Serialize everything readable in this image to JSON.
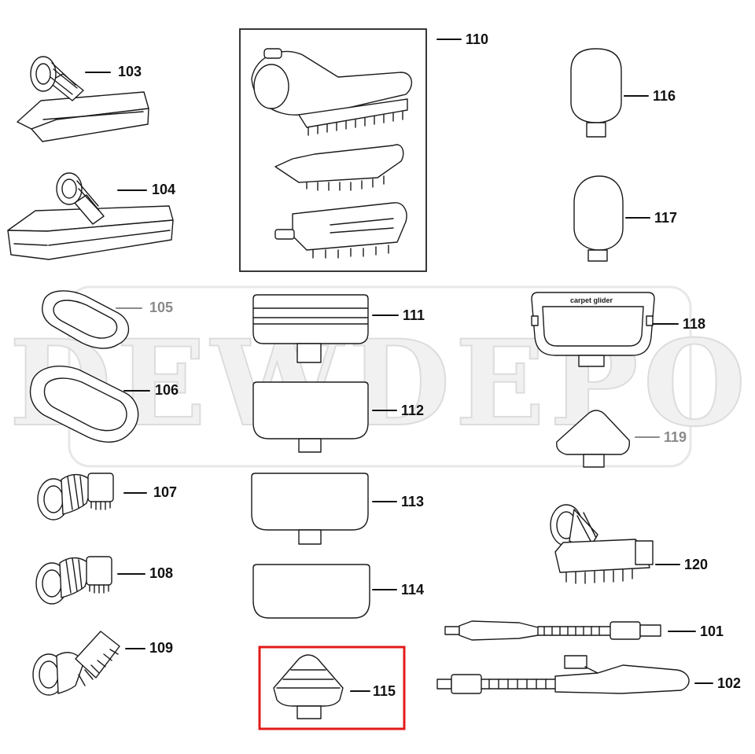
{
  "diagram": {
    "watermark_text": "DEWDEPO",
    "highlight_color": "#e31b1b",
    "parts": [
      {
        "id": "101",
        "name": "long-hose-tool"
      },
      {
        "id": "102",
        "name": "hose-with-handle"
      },
      {
        "id": "103",
        "name": "upholstery-tool-small"
      },
      {
        "id": "104",
        "name": "upholstery-tool-wide"
      },
      {
        "id": "105",
        "name": "pad-small"
      },
      {
        "id": "106",
        "name": "pad-large"
      },
      {
        "id": "107",
        "name": "round-brush-a"
      },
      {
        "id": "108",
        "name": "round-brush-b"
      },
      {
        "id": "109",
        "name": "crevice-brush"
      },
      {
        "id": "110",
        "name": "brush-tool-assembly"
      },
      {
        "id": "111",
        "name": "pad-head-ribbed"
      },
      {
        "id": "112",
        "name": "pad-head-a"
      },
      {
        "id": "113",
        "name": "pad-head-b"
      },
      {
        "id": "114",
        "name": "pad-head-c"
      },
      {
        "id": "115",
        "name": "triangle-nozzle-highlighted"
      },
      {
        "id": "116",
        "name": "bulb-nozzle"
      },
      {
        "id": "117",
        "name": "bulb-nozzle-cover"
      },
      {
        "id": "118",
        "name": "carpet-glider"
      },
      {
        "id": "119",
        "name": "triangle-tool"
      },
      {
        "id": "120",
        "name": "stair-tool-brush"
      }
    ],
    "carpet_glider_text": "carpet glider"
  }
}
